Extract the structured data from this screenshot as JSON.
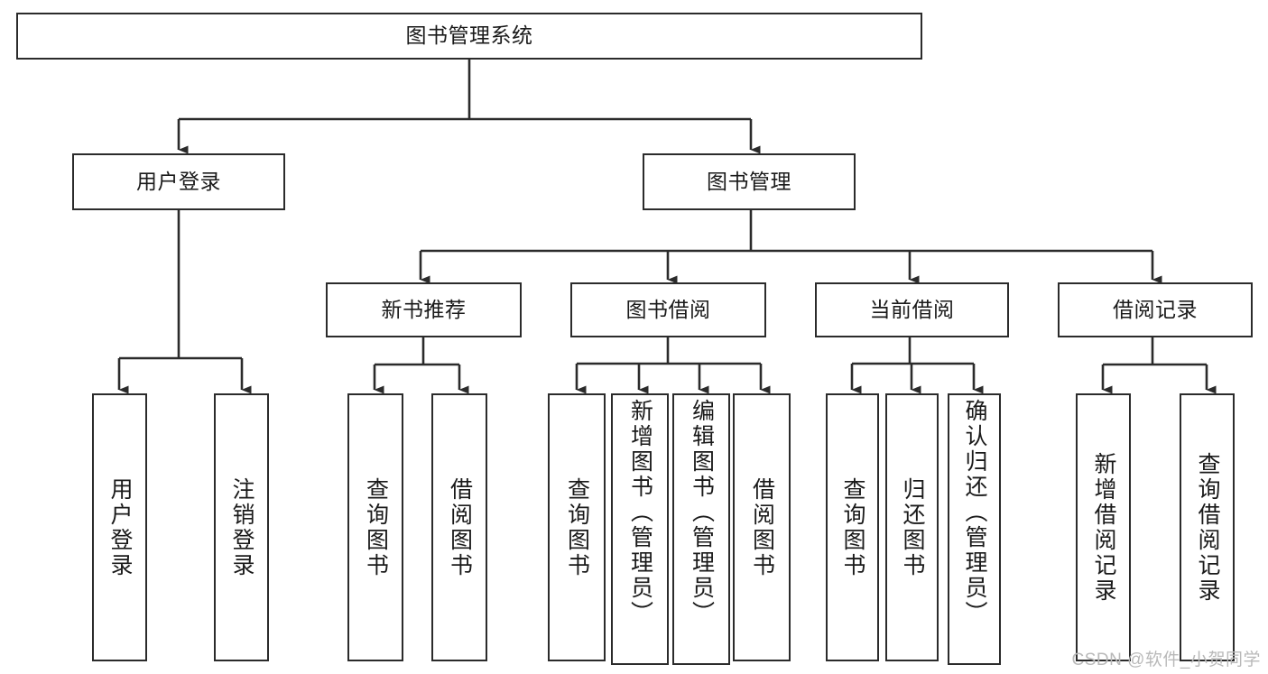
{
  "diagram": {
    "title_node": {
      "label": "图书管理系统"
    },
    "level1": [
      {
        "id": "user-login",
        "label": "用户登录"
      },
      {
        "id": "book-management",
        "label": "图书管理"
      }
    ],
    "level2": [
      {
        "id": "new-book-recommend",
        "label": "新书推荐"
      },
      {
        "id": "book-borrow",
        "label": "图书借阅"
      },
      {
        "id": "current-borrow",
        "label": "当前借阅"
      },
      {
        "id": "borrow-record",
        "label": "借阅记录"
      }
    ],
    "leaves": {
      "user_login": [
        {
          "id": "leaf-user-login",
          "label": "用户登录"
        },
        {
          "id": "leaf-logout-login",
          "label": "注销登录"
        }
      ],
      "new_book_recommend": [
        {
          "id": "leaf-query-book-1",
          "label": "查询图书"
        },
        {
          "id": "leaf-borrow-book-1",
          "label": "借阅图书"
        }
      ],
      "book_borrow": [
        {
          "id": "leaf-query-book-2",
          "label": "查询图书"
        },
        {
          "id": "leaf-add-book-admin",
          "label": "新增图书（管理员）"
        },
        {
          "id": "leaf-edit-book-admin",
          "label": "编辑图书（管理员）"
        },
        {
          "id": "leaf-borrow-book-2",
          "label": "借阅图书"
        }
      ],
      "current_borrow": [
        {
          "id": "leaf-query-book-3",
          "label": "查询图书"
        },
        {
          "id": "leaf-return-book",
          "label": "归还图书"
        },
        {
          "id": "leaf-confirm-return-admin",
          "label": "确认归还（管理员）"
        }
      ],
      "borrow_record": [
        {
          "id": "leaf-add-borrow-record",
          "label": "新增借阅记录"
        },
        {
          "id": "leaf-query-borrow-record",
          "label": "查询借阅记录"
        }
      ]
    }
  },
  "watermark": {
    "text": "CSDN @软件_小贺同学"
  },
  "colors": {
    "stroke": "#2b2b2b",
    "background": "#ffffff",
    "text": "#1a1a1a",
    "watermark": "#b9b9b9"
  }
}
